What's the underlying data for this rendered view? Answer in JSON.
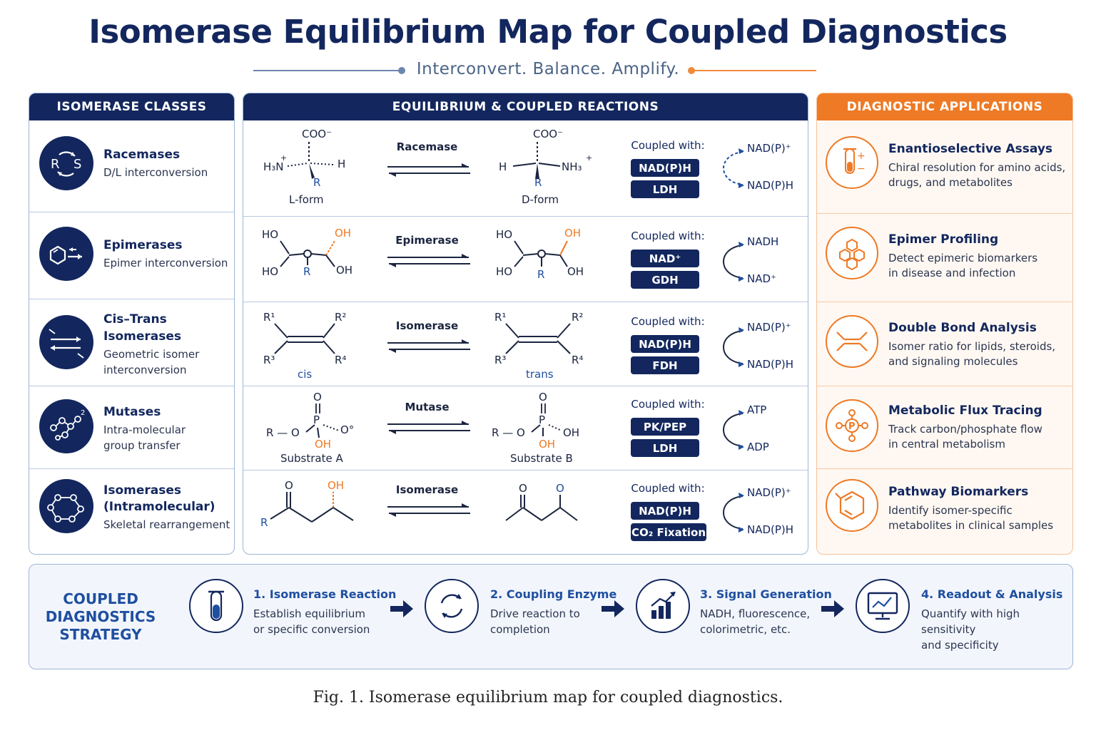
{
  "header": {
    "title": "Isomerase Equilibrium Map for Coupled Diagnostics",
    "subtitle": "Interconvert. Balance. Amplify."
  },
  "colors": {
    "navy": "#13275e",
    "orange": "#ee7a25",
    "blue": "#1f4fa0"
  },
  "classes": {
    "heading": "ISOMERASE CLASSES",
    "items": [
      {
        "title": "Racemases",
        "desc": "D/L interconversion",
        "icon": "racemase-rs-icon"
      },
      {
        "title": "Epimerases",
        "desc": "Epimer interconversion",
        "icon": "epimerase-ring-icon"
      },
      {
        "title": "Cis–Trans",
        "title2": "Isomerases",
        "desc": "Geometric isomer",
        "desc2": "interconversion",
        "icon": "cis-trans-arrows-icon"
      },
      {
        "title": "Mutases",
        "desc": "Intra-molecular",
        "desc2": "group transfer",
        "icon": "mutase-network-icon"
      },
      {
        "title": "Isomerases",
        "title2": "(Intramolecular)",
        "desc": "Skeletal rearrangement",
        "icon": "skeletal-rearrangement-icon"
      }
    ]
  },
  "reactions": {
    "heading": "EQUILIBRIUM & COUPLED REACTIONS",
    "coupled_label": "Coupled with:",
    "rows": [
      {
        "enzyme": "Racemase",
        "left": {
          "top": "COO⁻",
          "l": "H₃N",
          "plus": "+",
          "r": "H",
          "sub": "R",
          "name": "L-form"
        },
        "right": {
          "top": "COO⁻",
          "l": "H",
          "r": "NH₃",
          "plus": "+",
          "sub": "R",
          "name": "D-form"
        },
        "pills": [
          "NAD(P)H",
          "LDH"
        ],
        "cycle": [
          "NAD(P)⁺",
          "NAD(P)H"
        ]
      },
      {
        "enzyme": "Epimerase",
        "left": {
          "ho1": "HO",
          "oh1": "OH",
          "ho2": "HO",
          "r": "R",
          "oh2": "OH"
        },
        "right": {
          "ho1": "HO",
          "oh1": "OH",
          "ho2": "HO",
          "r": "R",
          "oh2": "OH"
        },
        "pills": [
          "NAD⁺",
          "GDH"
        ],
        "cycle": [
          "NADH",
          "NAD⁺"
        ]
      },
      {
        "enzyme": "Isomerase",
        "left": {
          "r1": "R¹",
          "r2": "R²",
          "r3": "R³",
          "r4": "R⁴",
          "name": "cis"
        },
        "right": {
          "r1": "R¹",
          "r2": "R²",
          "r3": "R³",
          "r4": "R⁴",
          "name": "trans"
        },
        "pills": [
          "NAD(P)H",
          "FDH"
        ],
        "cycle": [
          "NAD(P)⁺",
          "NAD(P)H"
        ]
      },
      {
        "enzyme": "Mutase",
        "left": {
          "o": "O",
          "p": "P",
          "ro": "R — O",
          "om": "O°",
          "oh": "OH",
          "name": "Substrate A"
        },
        "right": {
          "o": "O",
          "p": "P",
          "ro": "R — O",
          "oh2": "OH",
          "oh": "OH",
          "name": "Substrate B"
        },
        "pills": [
          "PK/PEP",
          "LDH"
        ],
        "cycle": [
          "ATP",
          "ADP"
        ]
      },
      {
        "enzyme": "Isomerase",
        "left": {
          "o": "O",
          "oh": "OH",
          "r": "R"
        },
        "right": {
          "o1": "O",
          "o2": "O"
        },
        "pills": [
          "NAD(P)H",
          "CO₂ Fixation"
        ],
        "cycle": [
          "NAD(P)⁺",
          "NAD(P)H"
        ]
      }
    ]
  },
  "applications": {
    "heading": "DIAGNOSTIC APPLICATIONS",
    "items": [
      {
        "title": "Enantioselective Assays",
        "desc": "Chiral resolution for amino acids,",
        "desc2": "drugs, and metabolites",
        "icon": "test-tube-icon"
      },
      {
        "title": "Epimer Profiling",
        "desc": "Detect epimeric biomarkers",
        "desc2": "in disease and infection",
        "icon": "hexagon-cluster-icon"
      },
      {
        "title": "Double Bond Analysis",
        "desc": "Isomer ratio for lipids, steroids,",
        "desc2": "and signaling molecules",
        "icon": "double-bond-icon"
      },
      {
        "title": "Metabolic Flux Tracing",
        "desc": "Track carbon/phosphate flow",
        "desc2": "in central metabolism",
        "icon": "phosphate-network-icon"
      },
      {
        "title": "Pathway Biomarkers",
        "desc": "Identify isomer-specific",
        "desc2": "metabolites in clinical samples",
        "icon": "benzene-ring-icon"
      }
    ]
  },
  "strategy": {
    "title1": "COUPLED",
    "title2": "DIAGNOSTICS",
    "title3": "STRATEGY",
    "steps": [
      {
        "title": "1. Isomerase Reaction",
        "desc": "Establish equilibrium",
        "desc2": "or specific conversion",
        "icon": "test-tube-icon"
      },
      {
        "title": "2. Coupling Enzyme",
        "desc": "Drive reaction to",
        "desc2": "completion",
        "icon": "cycle-arrows-icon"
      },
      {
        "title": "3. Signal Generation",
        "desc": "NADH, fluorescence,",
        "desc2": "colorimetric, etc.",
        "icon": "bar-chart-icon"
      },
      {
        "title": "4. Readout & Analysis",
        "desc": "Quantify with high sensitivity",
        "desc2": "and specificity",
        "icon": "monitor-chart-icon"
      }
    ]
  },
  "caption": "Fig. 1.  Isomerase equilibrium map for coupled diagnostics."
}
